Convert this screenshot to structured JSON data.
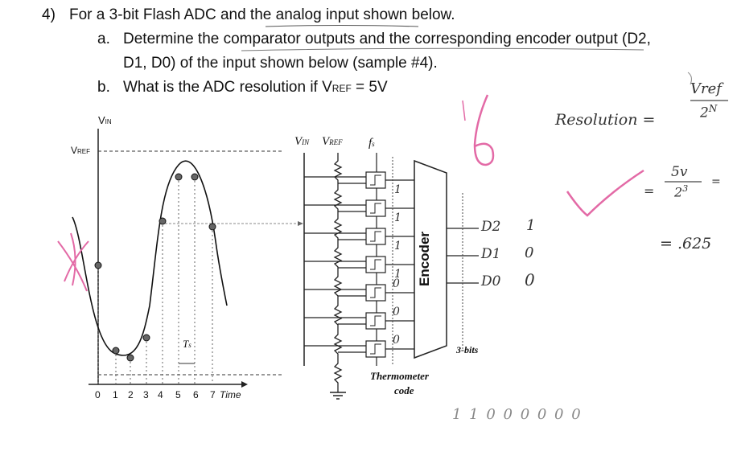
{
  "question": {
    "number": "4)",
    "text": "For a 3-bit Flash ADC and the analog input shown below.",
    "part_a_label": "a.",
    "part_a_line1": "Determine the comparator outputs and the corresponding encoder output (D2,",
    "part_a_line2": "D1, D0) of the input shown below (sample #4).",
    "part_b_label": "b.",
    "part_b_prefix": "What is the ADC resolution if V",
    "part_b_sub": "REF",
    "part_b_suffix": " = 5V"
  },
  "graph": {
    "vin_label": "V",
    "vin_sub": "IN",
    "vref_label": "V",
    "vref_sub": "REF",
    "ts_label": "T",
    "ts_sub": "s",
    "time_label": "Time",
    "ticks": [
      "0",
      "1",
      "2",
      "3",
      "4",
      "5",
      "6",
      "7"
    ]
  },
  "circuit": {
    "vin_label": "V",
    "vin_sub": "IN",
    "vref_label": "V",
    "vref_sub": "REF",
    "fs_label": "f",
    "fs_sub": "s",
    "encoder_label": "Encoder",
    "outputs": [
      "D2",
      "D1",
      "D0"
    ],
    "bits_label": "3-bits",
    "thermometer_label_1": "Thermometer",
    "thermometer_label_2": "code"
  },
  "handwriting": {
    "big_number": "6",
    "resolution_text": "Resolution =",
    "formula_num": "Vref",
    "formula_den": "2",
    "formula_den_exp": "N",
    "calc_num": "5v",
    "calc_den": "2",
    "calc_den_exp": "3",
    "eq1": "=",
    "eq2": "=",
    "result": "= .625",
    "bits_values": [
      "1",
      "0",
      "0"
    ],
    "comparator_marks": [
      "1",
      "1",
      "1",
      "1",
      "0",
      "0",
      "0"
    ],
    "thermometer_written": "1 1 0 0 0 0 0 0"
  }
}
